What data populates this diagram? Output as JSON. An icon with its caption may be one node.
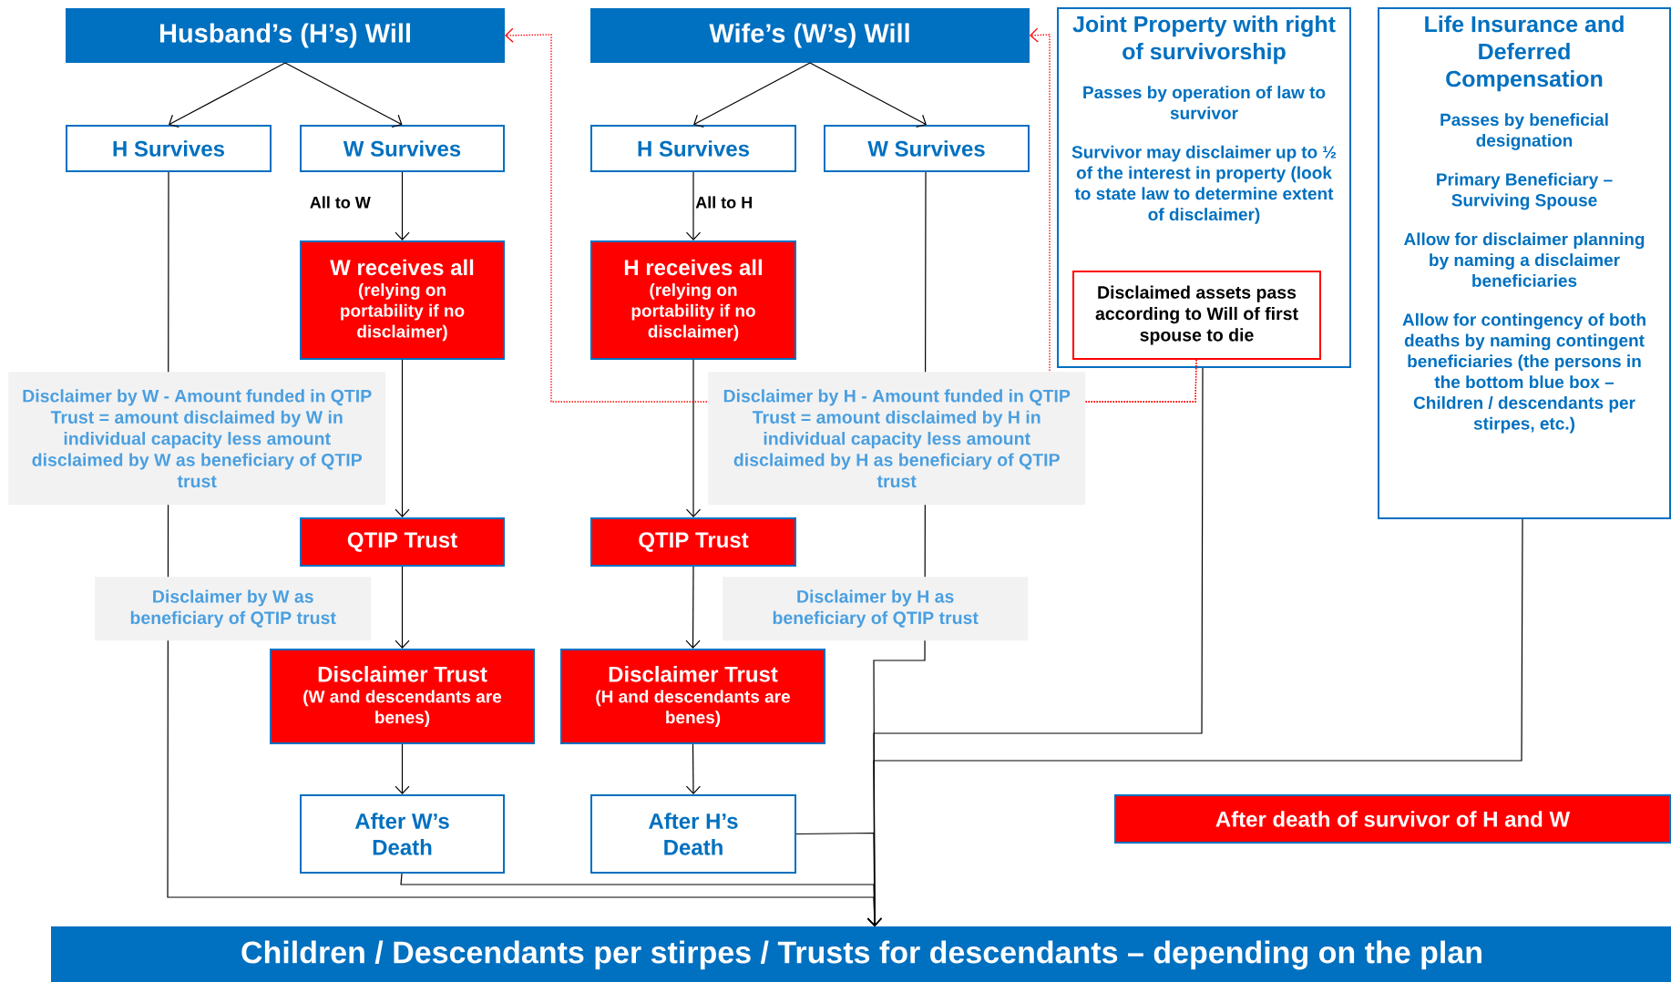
{
  "diagram": {
    "nodes": [
      {
        "text": [
          "Husband’s (H’s) Will"
        ]
      },
      {
        "text": [
          "Wife’s (W’s) Will"
        ]
      },
      {
        "text": [
          "H Survives"
        ]
      },
      {
        "text": [
          "W Survives"
        ]
      },
      {
        "text": [
          "H Survives"
        ]
      },
      {
        "text": [
          "W Survives"
        ]
      },
      {
        "text": [
          "W receives all",
          "(relying on portability if no disclaimer)"
        ]
      },
      {
        "text": [
          "H receives all",
          "(relying on portability if no disclaimer)"
        ]
      },
      {
        "text": [
          "QTIP Trust"
        ]
      },
      {
        "text": [
          "QTIP Trust"
        ]
      },
      {
        "text": [
          "Disclaimer Trust",
          "(W and descendants are benes)"
        ]
      },
      {
        "text": [
          "Disclaimer Trust",
          "(H and descendants are benes)"
        ]
      },
      {
        "text": [
          "After W’s Death"
        ]
      },
      {
        "text": [
          "After H’s Death"
        ]
      },
      {
        "text": [
          "Joint Property with right of survivorship",
          "Passes by operation of law to survivor",
          "Survivor may disclaimer up to ½ of the interest in property (look to state law to determine extent of disclaimer)"
        ]
      },
      {
        "text": [
          "Disclaimed assets pass according to Will of first spouse to die"
        ],
        "in": 14
      },
      {
        "text": [
          "Life Insurance and Deferred Compensation",
          "Passes by beneficial designation",
          "Primary Beneficiary – Surviving Spouse",
          "Allow for disclaimer planning by naming a disclaimer beneficiaries",
          "Allow for contingency of both deaths by naming contingent beneficiaries (the persons in the bottom blue box – Children / descendants per stirpes, etc.)"
        ]
      },
      {
        "text": [
          "After  death of survivor of H and W"
        ]
      },
      {
        "text": [
          "Children  / Descendants per stirpes / Trusts for descendants – depending on the plan"
        ]
      }
    ],
    "edges": [
      {
        "from": 0,
        "to": 2,
        "arrow": "to"
      },
      {
        "from": 0,
        "to": 3,
        "arrow": "to"
      },
      {
        "from": 1,
        "to": 4,
        "arrow": "to"
      },
      {
        "from": 1,
        "to": 5,
        "arrow": "to"
      },
      {
        "from": 3,
        "to": 6,
        "arrow": "to",
        "label": "All to W"
      },
      {
        "from": 4,
        "to": 7,
        "arrow": "to",
        "label": "All to H"
      },
      {
        "from": 6,
        "to": 8,
        "arrow": "to"
      },
      {
        "from": 8,
        "to": 10,
        "arrow": "to"
      },
      {
        "from": 10,
        "to": 12,
        "arrow": "to"
      },
      {
        "from": 7,
        "to": 9,
        "arrow": "to"
      },
      {
        "from": 9,
        "to": 11,
        "arrow": "to"
      },
      {
        "from": 11,
        "to": 13,
        "arrow": "to"
      },
      {
        "from": 2,
        "to": 18,
        "arrow": "to"
      },
      {
        "from": 12,
        "to": 18,
        "arrow": "to"
      },
      {
        "from": 13,
        "to": 18,
        "arrow": "to"
      },
      {
        "from": 5,
        "to": 18,
        "arrow": "to"
      },
      {
        "from": 14,
        "to": 18,
        "arrow": "to"
      },
      {
        "from": 16,
        "to": 18,
        "arrow": "to"
      },
      {
        "from": 15,
        "to": 0,
        "arrow": "to",
        "style": "dashed",
        "color": "#ff0000"
      },
      {
        "from": 15,
        "to": 1,
        "arrow": "to",
        "style": "dashed",
        "color": "#ff0000"
      }
    ],
    "labels": [
      "Disclaimer by W  - Amount funded in QTIP Trust = amount disclaimed by W in individual capacity less amount disclaimed by W as beneficiary of QTIP trust",
      "Disclaimer by H  - Amount funded in QTIP Trust = amount disclaimed by H in individual capacity less amount disclaimed by H as beneficiary of QTIP trust",
      "Disclaimer by W  as beneficiary of QTIP trust",
      "Disclaimer by H  as beneficiary of QTIP trust"
    ]
  }
}
